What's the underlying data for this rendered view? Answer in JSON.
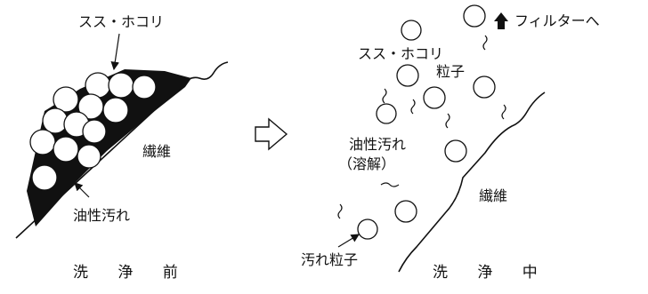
{
  "before": {
    "soot_label": "スス・ホコリ",
    "fiber_label": "繊維",
    "oil_label": "油性汚れ",
    "caption": "洗 浄 前"
  },
  "arrow_icon": "outline-right-arrow-icon",
  "during": {
    "filter_label": "フィルターへ",
    "soot_particle_line1": "スス・ホコリ",
    "soot_particle_line2": "粒子",
    "oil_dissolved_line1": "油性汚れ",
    "oil_dissolved_line2": "（溶解）",
    "fiber_label": "繊維",
    "dirt_particle_label": "汚れ粒子",
    "caption": "洗 浄 中"
  },
  "colors": {
    "ink": "#111111",
    "paper": "#ffffff"
  }
}
